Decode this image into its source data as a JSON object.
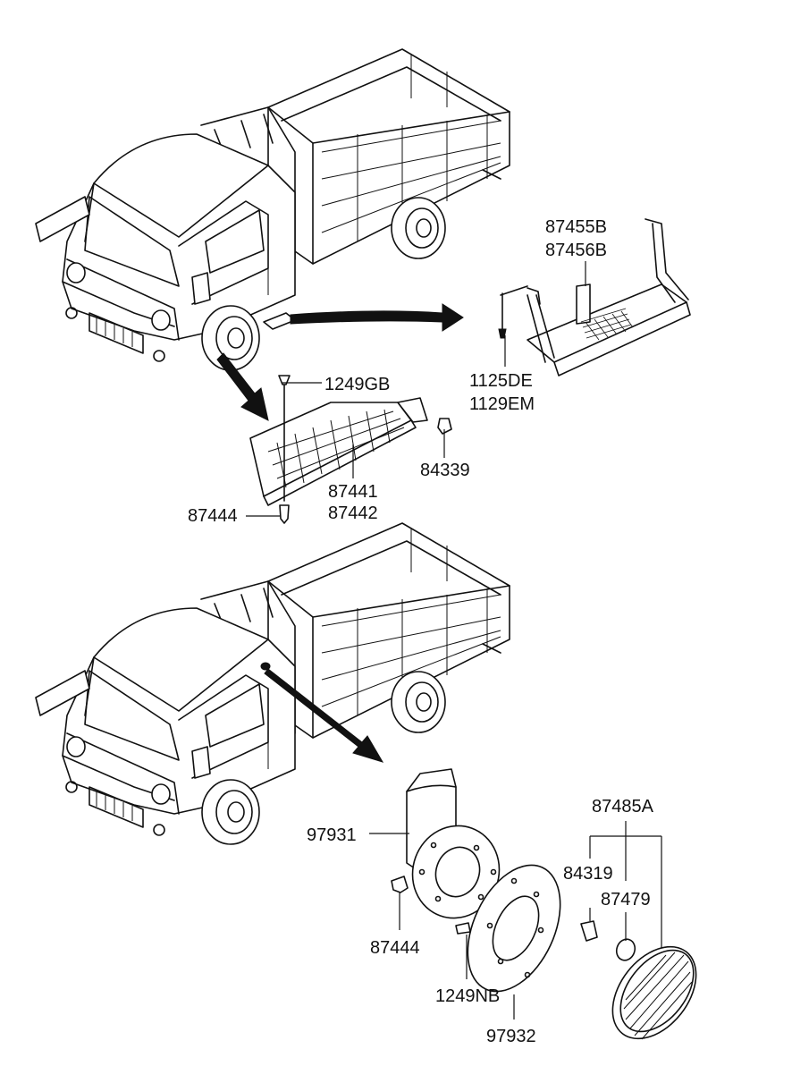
{
  "labels": {
    "p87455B": "87455B",
    "p87456B": "87456B",
    "p1125DE": "1125DE",
    "p1129EM": "1129EM",
    "p1249GB": "1249GB",
    "p84339": "84339",
    "p87441": "87441",
    "p87442": "87442",
    "p87444_top": "87444",
    "p97931": "97931",
    "p87485A": "87485A",
    "p84319": "84319",
    "p87479": "87479",
    "p87444_bottom": "87444",
    "p1249NB": "1249NB",
    "p97932": "97932"
  },
  "colors": {
    "ink": "#111111",
    "paper": "#ffffff"
  }
}
